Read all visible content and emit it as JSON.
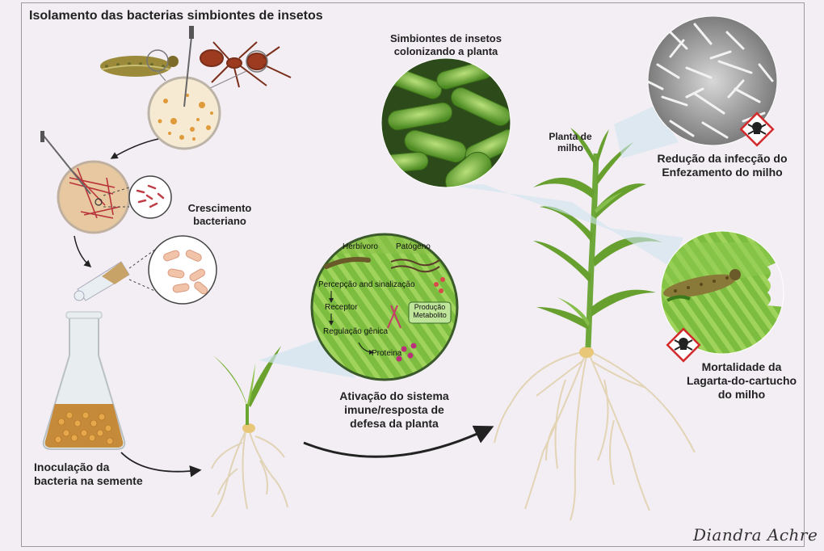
{
  "title": "Isolamento das bacterias simbiontes de insetos",
  "labels": {
    "growth": [
      "Crescimento",
      "bacteriano"
    ],
    "inoculation": [
      "Inoculação da",
      "bacteria na semente"
    ],
    "activation": [
      "Ativação do sistema",
      "imune/resposta de",
      "defesa da planta"
    ],
    "symbionts": [
      "Simbiontes de insetos",
      "colonizando a planta"
    ],
    "plant": [
      "Planta de",
      "milho"
    ],
    "reduction": [
      "Redução da infecção do",
      "Enfezamento do milho"
    ],
    "mortality": [
      "Mortalidade da",
      "Lagarta-do-cartucho",
      "do milho"
    ]
  },
  "pathway": {
    "herbivore": "Herbívoro",
    "pathogen": "Patógeno",
    "perception": "Percepção and sinalização",
    "receptor": "Receptor",
    "production": [
      "Produção",
      "Metabolito"
    ],
    "regulation": "Regulação gênica",
    "protein": "Proteina"
  },
  "signature": "Diandra Achre",
  "colors": {
    "background": "#f3eef4",
    "leaf": "#5f9e35",
    "root": "#e9dcc0",
    "bacteria_green": "#6ea83a",
    "hazard_red": "#d22a2a"
  },
  "icons": [
    "caterpillar-icon",
    "ant-icon",
    "petri-dish-icon",
    "bacteria-icon",
    "flask-icon",
    "corn-plant-icon",
    "hazard-skull-icon"
  ]
}
